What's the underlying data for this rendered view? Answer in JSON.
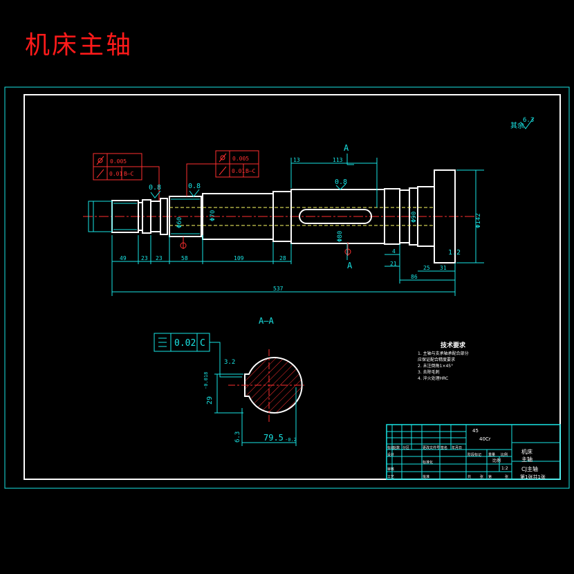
{
  "title": "机床主轴",
  "colors": {
    "background": "#000000",
    "title": "#ff1a1a",
    "outline": "#ffffff",
    "dimension": "#19e6e6",
    "tolerance_frame": "#ff3030",
    "centerline": "#ff3030",
    "hatch": "#ff3030",
    "hidden": "#ffff66"
  },
  "roughness_note": {
    "label": "其余",
    "value": "6.3"
  },
  "section_marks": {
    "upper": "A",
    "lower": "A"
  },
  "section_label": "A—A",
  "tolerance_frames": [
    {
      "symbol": "cylindricity",
      "value1": "0.005",
      "symbol2": "runout",
      "value2": "0.01",
      "datum": "B—C"
    },
    {
      "symbol": "cylindricity",
      "value1": "0.005",
      "symbol2": "runout",
      "value2": "0.01",
      "datum": "B—C"
    }
  ],
  "roughness_marks": [
    "0.8",
    "0.8",
    "0.8",
    "3.2",
    "6.3",
    "1.2"
  ],
  "diameter_labels": [
    "Φ60",
    "Φ70",
    "Φ80",
    "Φ90",
    "Φ142"
  ],
  "keyway_dims": [
    "13",
    "113"
  ],
  "length_dims": {
    "segments": [
      "49",
      "23",
      "23",
      "58",
      "109",
      "28"
    ],
    "right_segments": [
      "4",
      "21",
      "25",
      "31",
      "86"
    ],
    "total": "537"
  },
  "section_tolerance": {
    "symbol": "symmetry",
    "value": "0.02",
    "datum": "C"
  },
  "section_dims": {
    "keyway_depth": "29",
    "keyway_tol": "-0.018",
    "diameter": "79.5",
    "diameter_tol": "-0.2"
  },
  "tech_requirements": {
    "heading": "技术要求",
    "items": [
      "1. 主轴与支承轴承配合部分",
      "   应保证配合精度要求",
      "2. 未注倒角1×45°",
      "3. 去除毛刺",
      "4. 淬火处理HRC"
    ]
  },
  "title_block": {
    "material": "45",
    "material_grade": "40Cr",
    "name1": "机床",
    "name2": "主轴",
    "drawing_no": "CJ主轴",
    "scale_label": "比例",
    "scale": "1:2",
    "sheet": "第1张共1张",
    "row_labels": [
      "标记",
      "设计",
      "审核",
      "工艺"
    ],
    "col_labels": [
      "处数",
      "分区",
      "更改文件号",
      "签名",
      "年月日"
    ],
    "extra_labels": [
      "阶段标记",
      "重量",
      "比例",
      "标准化",
      "批准",
      "共",
      "张",
      "第",
      "张"
    ]
  }
}
